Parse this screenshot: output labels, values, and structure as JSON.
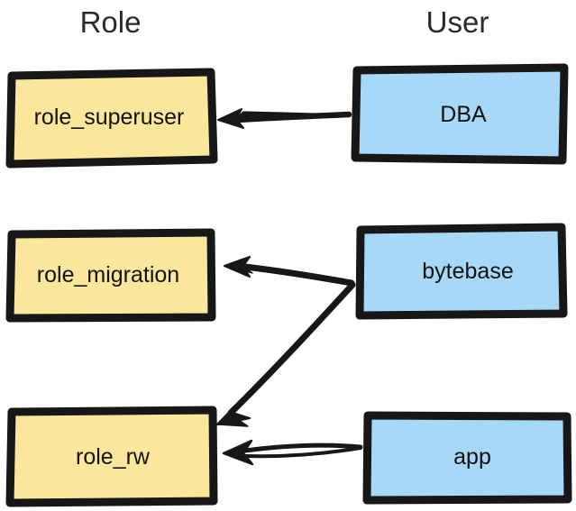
{
  "diagram": {
    "title_role": "Role",
    "title_user": "User",
    "columns": [
      {
        "id": "role",
        "label": "Role"
      },
      {
        "id": "user",
        "label": "User"
      }
    ],
    "colors": {
      "role_fill": "#FAE79B",
      "user_fill": "#A8D8F8",
      "stroke": "#171717",
      "header_text": "#2a2a2a",
      "label_text": "#111111",
      "background": "#ffffff"
    },
    "nodes": [
      {
        "id": "role_superuser",
        "label": "role_superuser",
        "column": "role",
        "kind": "role"
      },
      {
        "id": "role_migration",
        "label": "role_migration",
        "column": "role",
        "kind": "role"
      },
      {
        "id": "role_rw",
        "label": "role_rw",
        "column": "role",
        "kind": "role"
      },
      {
        "id": "dba",
        "label": "DBA",
        "column": "user",
        "kind": "user"
      },
      {
        "id": "bytebase",
        "label": "bytebase",
        "column": "user",
        "kind": "user"
      },
      {
        "id": "app",
        "label": "app",
        "column": "user",
        "kind": "user"
      }
    ],
    "edges": [
      {
        "id": "dba-to-role-superuser",
        "from": "dba",
        "to": "role_superuser",
        "style": "arrow"
      },
      {
        "id": "bytebase-to-role-migration",
        "from": "bytebase",
        "to": "role_migration",
        "style": "arrow"
      },
      {
        "id": "bytebase-to-role-rw",
        "from": "bytebase",
        "to": "role_rw",
        "style": "arrow"
      },
      {
        "id": "app-to-role-rw",
        "from": "app",
        "to": "role_rw",
        "style": "arrow"
      }
    ]
  }
}
